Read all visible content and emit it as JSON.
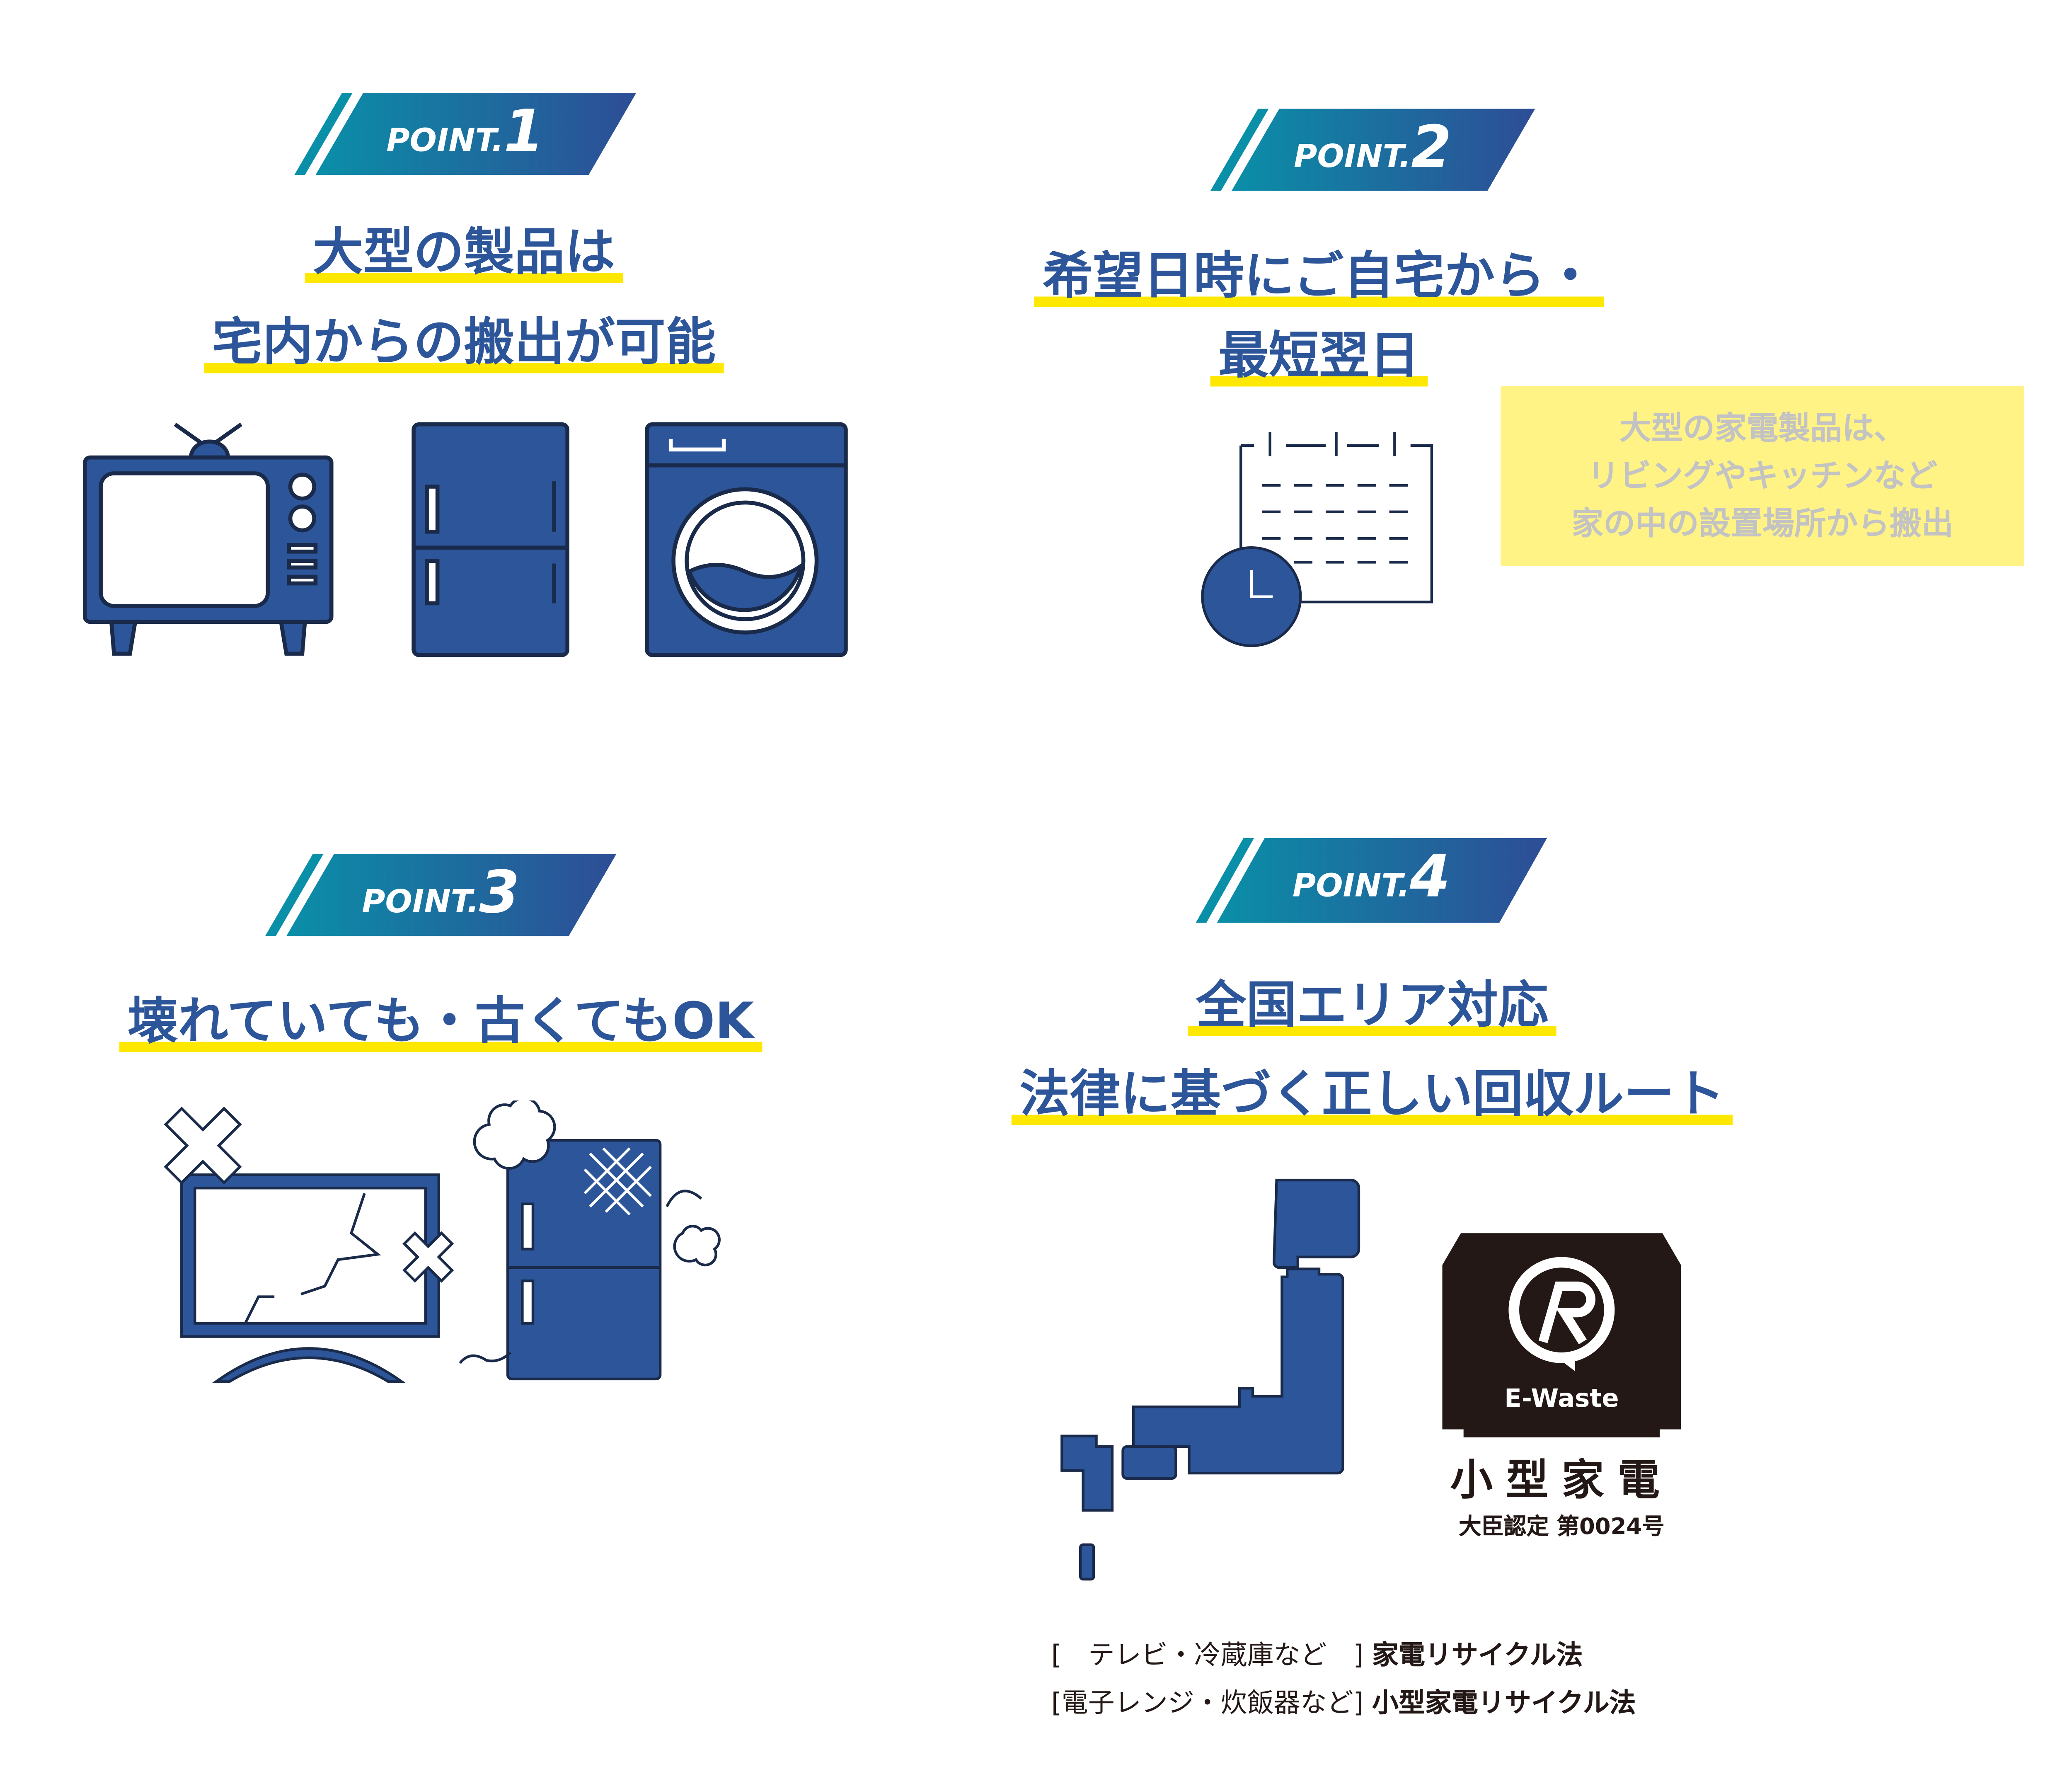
{
  "colors": {
    "primary_blue": "#2d5599",
    "banner_start": "#0a8fa8",
    "banner_end": "#2e4d96",
    "highlight_yellow": "#ffe800",
    "note_bg": "#fff385",
    "logo_black": "#231815"
  },
  "points": [
    {
      "prefix": "POINT.",
      "number": "1",
      "title_lines": [
        "大型の製品は",
        "宅内からの搬出が可能"
      ],
      "icons": [
        "tv-icon",
        "refrigerator-icon",
        "washing-machine-icon"
      ]
    },
    {
      "prefix": "POINT.",
      "number": "2",
      "title_lines": [
        "希望日時にご自宅から・",
        "最短翌日"
      ],
      "icons": [
        "calendar-icon",
        "clock-icon"
      ],
      "note_lines": [
        "大型の家電製品は、",
        "リビングやキッチンなど",
        "家の中の設置場所から搬出"
      ]
    },
    {
      "prefix": "POINT.",
      "number": "3",
      "title_lines": [
        "壊れていても・古くてもOK"
      ],
      "icons": [
        "broken-tv-icon",
        "broken-refrigerator-icon"
      ]
    },
    {
      "prefix": "POINT.",
      "number": "4",
      "title_lines": [
        "全国エリア対応",
        "法律に基づく正しい回収ルート"
      ],
      "icons": [
        "japan-map-icon",
        "e-waste-logo"
      ],
      "logo": {
        "text": "E-Waste",
        "category": "小型家電",
        "certification": "大臣認定 第0024号"
      },
      "laws": [
        {
          "items": "[　テレビ・冷蔵庫など　]",
          "law": "家電リサイクル法"
        },
        {
          "items": "[電子レンジ・炊飯器など]",
          "law": "小型家電リサイクル法"
        }
      ]
    }
  ]
}
